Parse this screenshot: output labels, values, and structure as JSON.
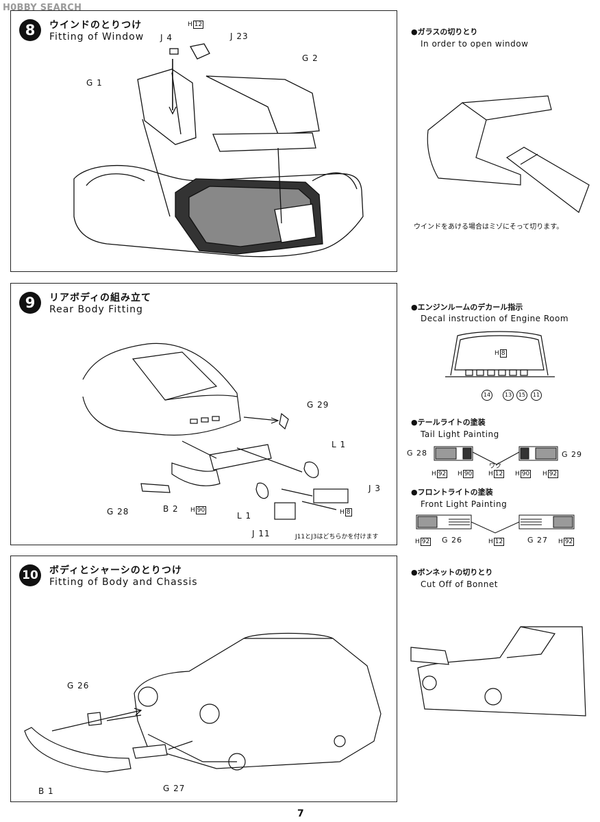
{
  "watermark": "H0BBY SEARCH",
  "page_number": "7",
  "step8": {
    "number": "8",
    "title_ja": "ウインドのとりつけ",
    "title_en": "Fitting of Window",
    "labels": {
      "j4": "J 4",
      "j23": "J 23",
      "g1": "G 1",
      "g2": "G 2"
    },
    "paint": {
      "label": "H",
      "code": "12"
    }
  },
  "step9": {
    "number": "9",
    "title_ja": "リアボディの組み立て",
    "title_en": "Rear Body Fitting",
    "labels": {
      "g29": "G 29",
      "l1a": "L 1",
      "j3": "J 3",
      "g28": "G 28",
      "b2": "B 2",
      "l1b": "L 1",
      "j11": "J 11"
    },
    "paint_b2": {
      "label": "H",
      "code": "90"
    },
    "paint_j": {
      "label": "H",
      "code": "8"
    },
    "note": "J11とJ3はどちらかを付けます"
  },
  "step10": {
    "number": "10",
    "title_ja": "ボディとシャーシのとりつけ",
    "title_en": "Fitting of Body and Chassis",
    "labels": {
      "g26": "G 26",
      "g27": "G 27",
      "b1": "B 1"
    }
  },
  "side": {
    "glass_cut": {
      "title_ja": "●ガラスの切りとり",
      "title_en": "In order to open window",
      "note": "ウインドをあける場合はミゾにそって切ります。"
    },
    "engine_decal": {
      "title_ja": "●エンジンルームのデカール指示",
      "title_en": "Decal instruction of Engine Room",
      "paint": {
        "label": "H",
        "code": "8"
      },
      "decals": [
        "14",
        "13",
        "15",
        "11"
      ]
    },
    "tail_light": {
      "title_ja": "●テールライトの塗装",
      "title_en": "Tail Light Painting",
      "left": "G 28",
      "right": "G 29",
      "frame": "ワク",
      "codes": [
        {
          "label": "H",
          "code": "92"
        },
        {
          "label": "H",
          "code": "90"
        },
        {
          "label": "H",
          "code": "12"
        },
        {
          "label": "H",
          "code": "90"
        },
        {
          "label": "H",
          "code": "92"
        }
      ]
    },
    "front_light": {
      "title_ja": "●フロントライトの塗装",
      "title_en": "Front Light Painting",
      "left": "G 26",
      "right": "G 27",
      "codes": [
        {
          "label": "H",
          "code": "92"
        },
        {
          "label": "H",
          "code": "12"
        },
        {
          "label": "H",
          "code": "92"
        }
      ]
    },
    "bonnet": {
      "title_ja": "●ボンネットの切りとり",
      "title_en": "Cut Off of Bonnet"
    }
  }
}
